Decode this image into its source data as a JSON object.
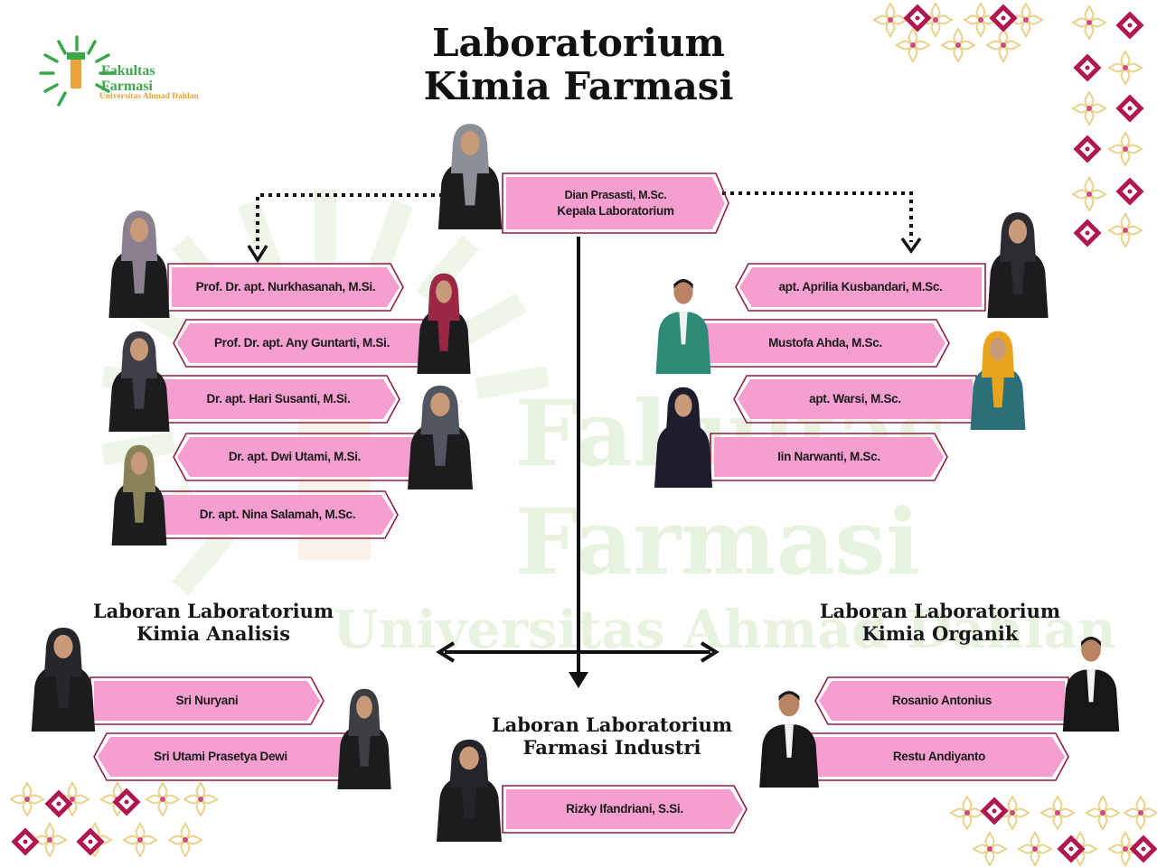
{
  "title": {
    "line1": "Laboratorium",
    "line2": "Kimia Farmasi"
  },
  "logo": {
    "line1": "Fakultas",
    "line2": "Farmasi",
    "line3": "Universitas Ahmad Dahlan"
  },
  "watermark": {
    "line1": "Fakultas",
    "line2": "Farmasi",
    "line3": "Universitas Ahmad Dahlan"
  },
  "head": {
    "name": "Dian Prasasti, M.Sc.",
    "role": "Kepala Laboratorium"
  },
  "left_staff": [
    "Prof. Dr. apt. Nurkhasanah, M.Si.",
    "Prof. Dr. apt. Any Guntarti, M.Si.",
    "Dr. apt. Hari Susanti, M.Si.",
    "Dr. apt. Dwi Utami, M.Si.",
    "Dr. apt. Nina Salamah, M.Sc."
  ],
  "right_staff": [
    "apt. Aprilia Kusbandari, M.Sc.",
    "Mustofa Ahda, M.Sc.",
    "apt. Warsi, M.Sc.",
    "Iin Narwanti, M.Sc."
  ],
  "sections": {
    "analisis": {
      "line1": "Laboran Laboratorium",
      "line2": "Kimia Analisis",
      "staff": [
        "Sri Nuryani",
        "Sri Utami Prasetya Dewi"
      ]
    },
    "industri": {
      "line1": "Laboran Laboratorium",
      "line2": "Farmasi Industri",
      "staff": [
        "Rizky Ifandriani, S.Si."
      ]
    },
    "organik": {
      "line1": "Laboran Laboratorium",
      "line2": "Kimia Organik",
      "staff": [
        "Rosanio Antonius",
        "Restu Andiyanto"
      ]
    }
  },
  "colors": {
    "plate_fill": "#f59ed0",
    "plate_border": "#8e1d4a",
    "accent": "#b0174f",
    "ornament_gold": "#e9d28d",
    "watermark": "#e7f3df"
  }
}
